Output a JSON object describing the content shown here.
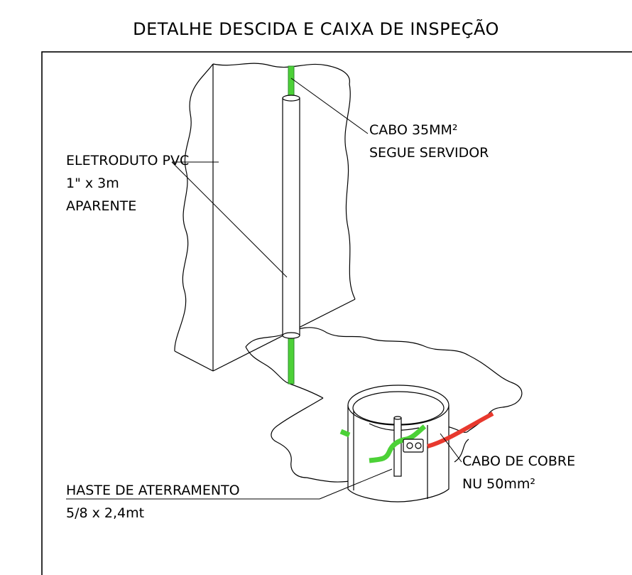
{
  "title": "DETALHE DESCIDA E CAIXA DE INSPEÇÃO",
  "labels": {
    "cable_35": [
      "CABO 35MM²",
      "SEGUE SERVIDOR"
    ],
    "conduit": [
      "ELETRODUTO PVC",
      "1\" x 3m",
      "APARENTE"
    ],
    "copper": [
      "CABO DE COBRE",
      "NU 50mm²"
    ],
    "rod": [
      "HASTE DE ATERRAMENTO",
      "5/8 x 2,4mt"
    ]
  },
  "colors": {
    "cable_green": "#4cd137",
    "cable_red": "#e8392e",
    "line": "#000000"
  }
}
